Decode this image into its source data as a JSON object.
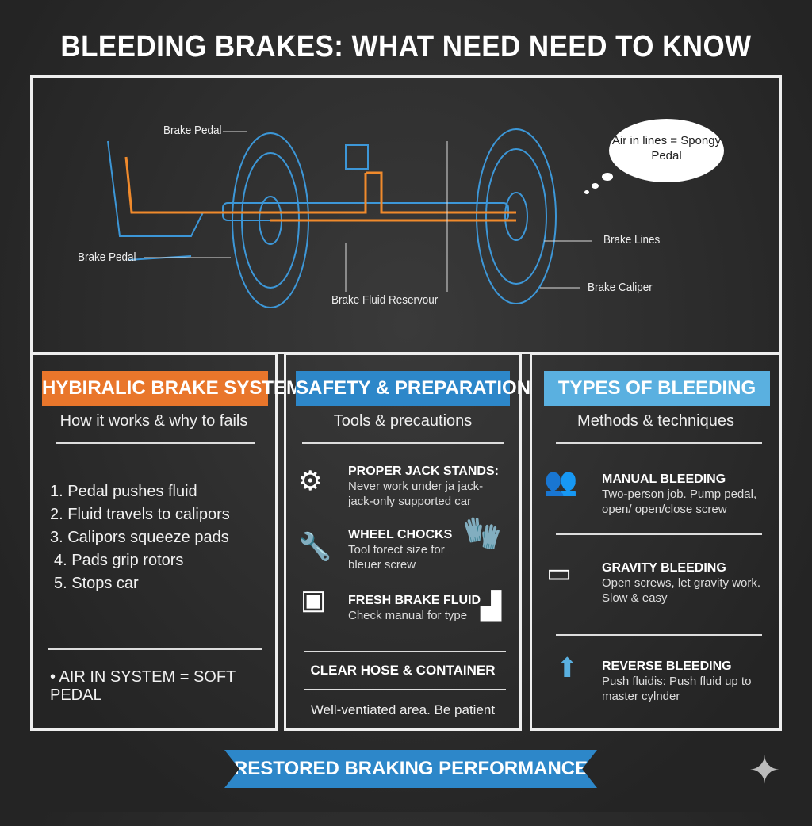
{
  "title": "BLEEDING BRAKES: WHAT NEED NEED TO KNOW",
  "diagram": {
    "labels": [
      "Brake Pedal",
      "Brake Pedal",
      "Brake Fluid Reservour",
      "Brake Lines",
      "Brake Caliper"
    ],
    "thought": "Air in lines = Spongy Pedal",
    "colors": {
      "wheel": "#3fa9f5",
      "line": "#f08a2c"
    }
  },
  "panels": [
    {
      "header": "HYBIRALIC BRAKE SYSTEM",
      "header_color": "#e9762b",
      "subtitle": "How it works & why to fails",
      "steps": [
        "1. Pedal pushes fluid",
        "2. Fluid travels to calipors",
        "3. Calipors squeeze pads",
        "4. Pads grip rotors",
        "5. Stops car"
      ],
      "note": "• AIR IN SYSTEM = SOFT PEDAL"
    },
    {
      "header": "SAFETY & PREPARATION",
      "header_color": "#2d87c9",
      "subtitle": "Tools & precautions",
      "items": [
        {
          "icon": "wheel-icon",
          "title": "PROPER JACK STANDS:",
          "text": "Never work under ja jack- jack-only supported car"
        },
        {
          "icon": "wrench-icon",
          "title": "WHEEL CHOCKS",
          "text": "Tool forect size for bleuer screw"
        },
        {
          "icon": "fluid-bottle-icon",
          "title": "FRESH BRAKE FLUID",
          "text": "Check manual for type"
        }
      ],
      "hose": "CLEAR HOSE & CONTAINER",
      "footer": "Well-ventiated area. Be patient"
    },
    {
      "header": "TYPES OF BLEEDING",
      "header_color": "#5ab0e0",
      "subtitle": "Methods & techniques",
      "items": [
        {
          "icon": "two-person-icon",
          "title": "MANUAL BLEEDING",
          "text": "Two-person job. Pump pedal, open/ open/close screw"
        },
        {
          "icon": "gravity-icon",
          "title": "GRAVITY BLEEDING",
          "text": "Open screws, let gravity work. Slow & easy"
        },
        {
          "icon": "reverse-arrow-icon",
          "title": "REVERSE BLEEDING",
          "text": "Push fluidis: Push fluid up to master cylnder"
        }
      ]
    }
  ],
  "banner": "RESTORED BRAKING PERFORMANCE"
}
